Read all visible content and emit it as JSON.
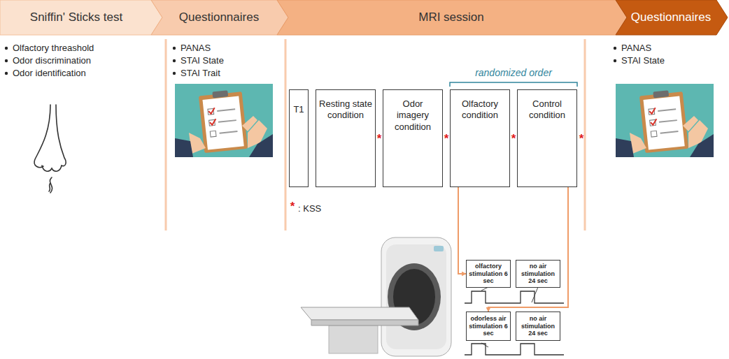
{
  "diagram": {
    "nodes": [
      {
        "text": [
          "Sniffin' Sticks test"
        ]
      },
      {
        "text": [
          "Questionnaires"
        ]
      },
      {
        "text": [
          "MRI session"
        ]
      },
      {
        "text": [
          "Questionnaires"
        ]
      },
      {
        "text": [
          "T1"
        ]
      },
      {
        "text": [
          "Resting state condition"
        ]
      },
      {
        "text": [
          "Odor imagery condition"
        ]
      },
      {
        "text": [
          "Olfactory condition"
        ]
      },
      {
        "text": [
          "Control condition"
        ]
      },
      {
        "text": [
          "olfactory stimulation 6 sec"
        ]
      },
      {
        "text": [
          "no air stimulation 24 sec"
        ]
      },
      {
        "text": [
          "odorless air stimulation 6 sec"
        ]
      },
      {
        "text": [
          "no air stimulation 24 sec"
        ]
      }
    ],
    "edges": [
      {
        "from": 7,
        "to": 9,
        "arrow": "to"
      },
      {
        "from": 8,
        "to": 11,
        "arrow": "to"
      }
    ],
    "labels": [
      "Olfactory threashold",
      "Odor discrimination",
      "Odor identification",
      "PANAS",
      "STAI State",
      "STAI Trait",
      "randomized order",
      "*",
      "*",
      "*",
      "*",
      "*",
      ": KSS",
      "PANAS",
      "STAI State"
    ]
  }
}
